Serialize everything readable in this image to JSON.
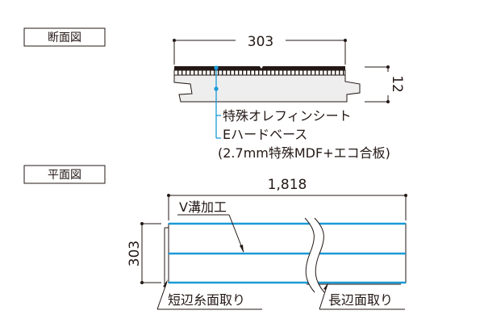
{
  "section": {
    "title": "断面図",
    "width_dim": "303",
    "thickness_dim": "12",
    "layer_top": "特殊オレフィンシート",
    "layer_base": "Eハードベース",
    "layer_base_detail": "(2.7mm特殊MDF+エコ合板)"
  },
  "plan": {
    "title": "平面図",
    "length_dim": "1,818",
    "width_dim": "303",
    "groove_label": "V溝加工",
    "short_edge_label": "短辺糸面取り",
    "long_edge_label": "長辺面取り"
  },
  "colors": {
    "accent": "#1a9ad6",
    "line": "#231815",
    "board": "#eeeeee"
  }
}
